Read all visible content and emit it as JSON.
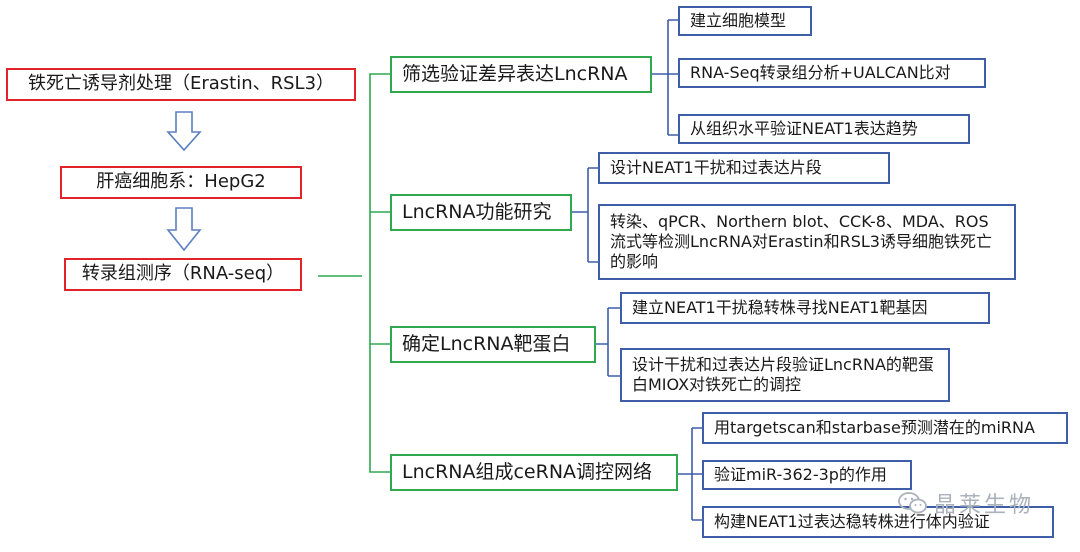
{
  "left": {
    "step1": "铁死亡诱导剂处理（Erastin、RSL3）",
    "step2": "肝癌细胞系：HepG2",
    "step3": "转录组测序（RNA-seq）"
  },
  "branches": [
    {
      "label": "筛选验证差异表达LncRNA",
      "items": [
        "建立细胞模型",
        "RNA-Seq转录组分析+UALCAN比对",
        "从组织水平验证NEAT1表达趋势"
      ]
    },
    {
      "label": "LncRNA功能研究",
      "items": [
        "设计NEAT1干扰和过表达片段",
        "转染、qPCR、Northern blot、CCK-8、MDA、ROS流式等检测LncRNA对Erastin和RSL3诱导细胞铁死亡的影响"
      ]
    },
    {
      "label": "确定LncRNA靶蛋白",
      "items": [
        "建立NEAT1干扰稳转株寻找NEAT1靶基因",
        "设计干扰和过表达片段验证LncRNA的靶蛋白MIOX对铁死亡的调控"
      ]
    },
    {
      "label": "LncRNA组成ceRNA调控网络",
      "items": [
        "用targetscan和starbase预测潜在的miRNA",
        "验证miR-362-3p的作用",
        "构建NEAT1过表达稳转株进行体内验证"
      ]
    }
  ],
  "watermark": "晶莱生物",
  "colors": {
    "red": "#e0242a",
    "green": "#2fa84f",
    "blue": "#3f5ea8",
    "arrow": "#5b7fbf"
  }
}
